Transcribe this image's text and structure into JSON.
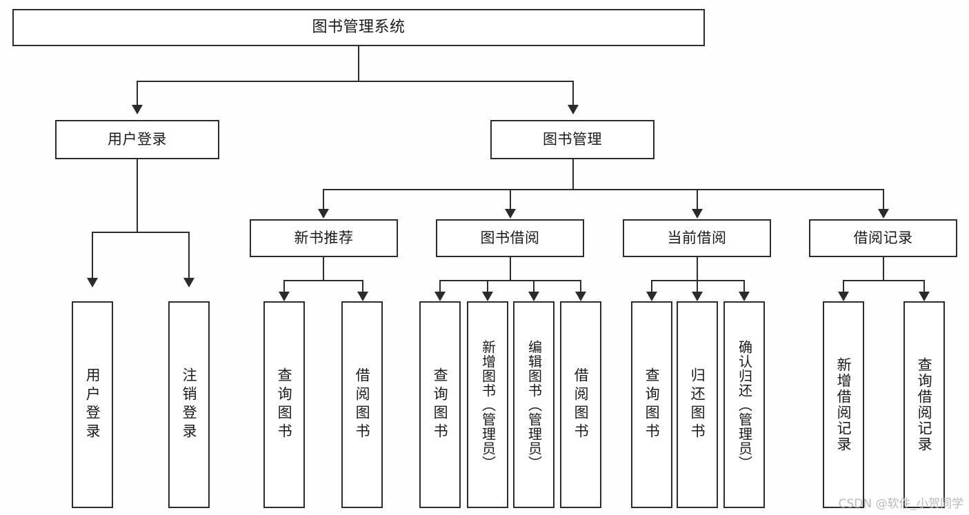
{
  "diagram": {
    "type": "tree",
    "title": "图书管理系统",
    "background_color": "#fefefe",
    "line_color": "#2b2b2b",
    "text_color": "#1a1a1a",
    "root": {
      "id": "root",
      "label": "图书管理系统"
    },
    "level2": [
      {
        "id": "user-login",
        "label": "用户登录"
      },
      {
        "id": "book-manage",
        "label": "图书管理"
      }
    ],
    "level3": [
      {
        "id": "new-book-recommend",
        "label": "新书推荐"
      },
      {
        "id": "book-borrow",
        "label": "图书借阅"
      },
      {
        "id": "current-borrow",
        "label": "当前借阅"
      },
      {
        "id": "borrow-record",
        "label": "借阅记录"
      }
    ],
    "leaves": {
      "user_login": [
        {
          "id": "leaf-user-login",
          "label": "用户登录"
        },
        {
          "id": "leaf-logout",
          "label": "注销登录"
        }
      ],
      "new_book_recommend": [
        {
          "id": "leaf-query-book-1",
          "label": "查询图书"
        },
        {
          "id": "leaf-borrow-book-1",
          "label": "借阅图书"
        }
      ],
      "book_borrow": [
        {
          "id": "leaf-query-book-2",
          "label": "查询图书"
        },
        {
          "id": "leaf-add-book",
          "label": "新增图书（管理员）"
        },
        {
          "id": "leaf-edit-book",
          "label": "编辑图书（管理员）"
        },
        {
          "id": "leaf-borrow-book-2",
          "label": "借阅图书"
        }
      ],
      "current_borrow": [
        {
          "id": "leaf-query-book-3",
          "label": "查询图书"
        },
        {
          "id": "leaf-return-book",
          "label": "归还图书"
        },
        {
          "id": "leaf-confirm-return",
          "label": "确认归还（管理员）"
        }
      ],
      "borrow_record": [
        {
          "id": "leaf-add-record",
          "label": "新增借阅记录"
        },
        {
          "id": "leaf-query-record",
          "label": "查询借阅记录"
        }
      ]
    }
  },
  "watermark": {
    "text": "CSDN @软件_小贺同学"
  }
}
